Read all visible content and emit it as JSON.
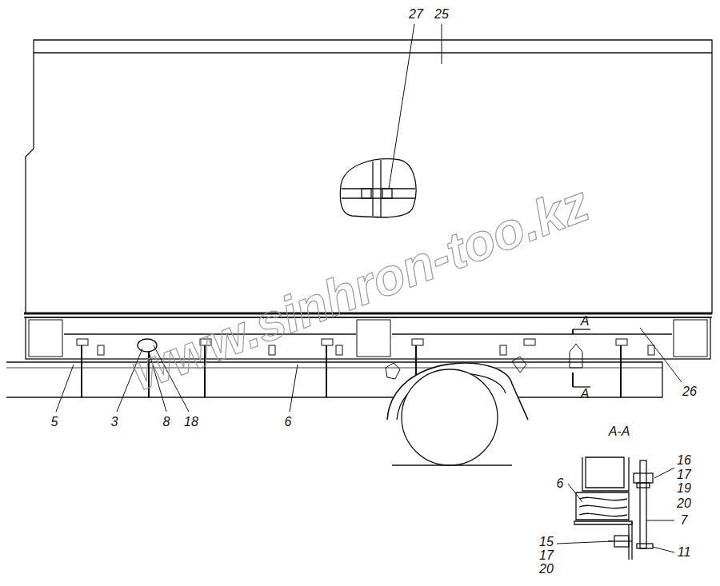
{
  "diagram": {
    "labels": [
      "27",
      "25",
      "A",
      "26",
      "A",
      "5",
      "3",
      "8",
      "18",
      "6",
      "A-A",
      "16",
      "17",
      "19",
      "20",
      "6",
      "7",
      "11",
      "15",
      "17",
      "20",
      "www.sinhron-too.kz"
    ]
  }
}
